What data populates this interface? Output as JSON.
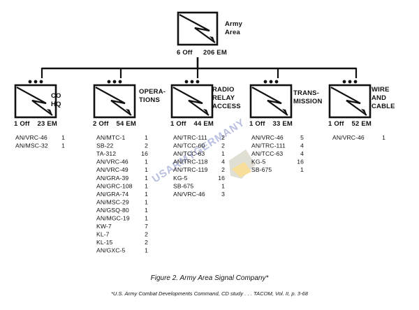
{
  "top": {
    "name_lines": [
      "Army",
      "Area"
    ],
    "officers": "6 Off",
    "enlisted": "206 EM"
  },
  "units": [
    {
      "id": "co-hq",
      "name_lines": [
        "CO",
        "HQ"
      ],
      "officers": "1 Off",
      "enlisted": "23 EM",
      "equipment": [
        [
          "AN/VRC-46",
          "1"
        ],
        [
          "AN/MSC-32",
          "1"
        ]
      ]
    },
    {
      "id": "operations",
      "name_lines": [
        "OPERA-",
        "TIONS"
      ],
      "officers": "2 Off",
      "enlisted": "54 EM",
      "equipment": [
        [
          "AN/MTC-1",
          "1"
        ],
        [
          "SB-22",
          "2"
        ],
        [
          "TA-312",
          "16"
        ],
        [
          "AN/VRC-46",
          "1"
        ],
        [
          "AN/VRC-49",
          "1"
        ],
        [
          "AN/GRA-39",
          "1"
        ],
        [
          "AN/GRC-108",
          "1"
        ],
        [
          "AN/GRA-74",
          "1"
        ],
        [
          "AN/MSC-29",
          "1"
        ],
        [
          "AN/GSQ-80",
          "1"
        ],
        [
          "AN/MGC-19",
          "1"
        ],
        [
          "KW-7",
          "7"
        ],
        [
          "KL-7",
          "2"
        ],
        [
          "KL-15",
          "2"
        ],
        [
          "AN/GXC-5",
          "1"
        ]
      ]
    },
    {
      "id": "radio-relay",
      "name_lines": [
        "RADIO",
        "RELAY",
        "ACCESS"
      ],
      "officers": "1 Off",
      "enlisted": "44 EM",
      "equipment": [
        [
          "AN/TRC-111",
          "2"
        ],
        [
          "AN/TCC-60",
          "2"
        ],
        [
          "AN/TCC-63",
          "1"
        ],
        [
          "AN/TRC-118",
          "4"
        ],
        [
          "AN/TRC-119",
          "2"
        ],
        [
          "KG-5",
          "16"
        ],
        [
          "SB-675",
          "1"
        ],
        [
          "AN/VRC-46",
          "3"
        ]
      ]
    },
    {
      "id": "transmission",
      "name_lines": [
        "TRANS-",
        "MISSION"
      ],
      "officers": "1 Off",
      "enlisted": "33 EM",
      "equipment": [
        [
          "AN/VRC-46",
          "5"
        ],
        [
          "AN/TRC-111",
          "4"
        ],
        [
          "AN/TCC-63",
          "4"
        ],
        [
          "KG-5",
          "16"
        ],
        [
          "SB-675",
          "1"
        ]
      ]
    },
    {
      "id": "wire-cable",
      "name_lines": [
        "WIRE",
        "AND",
        "CABLE"
      ],
      "officers": "1 Off",
      "enlisted": "52 EM",
      "equipment": [
        [
          "AN/VRC-46",
          "1"
        ]
      ]
    }
  ],
  "caption": "Figure 2. Army Area Signal Company*",
  "footnote": "*U.S. Army Combat Developments Command, CD study . . . TACOM, Vol. II, p. 3-68",
  "watermark": "USARMYGERMANY"
}
